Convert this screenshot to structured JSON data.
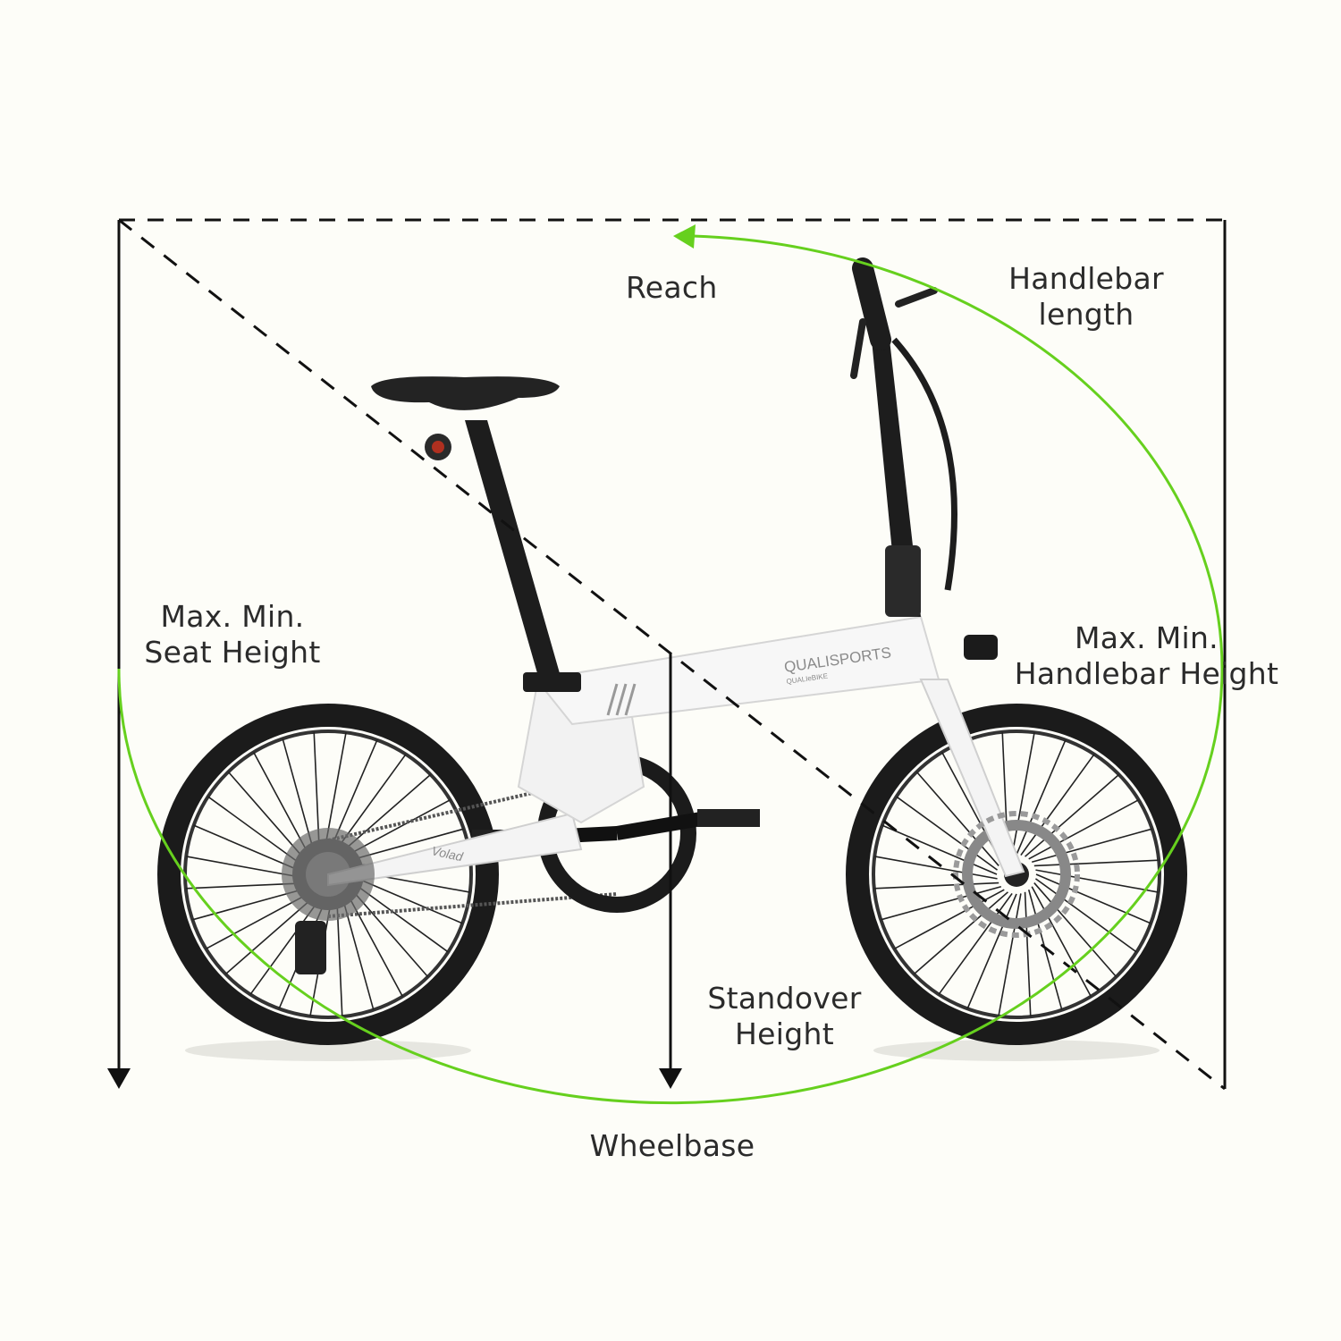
{
  "labels": {
    "reach": "Reach",
    "handlebar_length": [
      "Handlebar",
      "length"
    ],
    "seat_height": [
      "Max. Min.",
      "Seat Height"
    ],
    "handlebar_height": [
      "Max. Min.",
      "Handlebar Height"
    ],
    "standover_height": [
      "Standover",
      "Height"
    ],
    "wheelbase": "Wheelbase"
  },
  "bike_branding": {
    "main": "QUALISPORTS",
    "sub": "QUALIeBIKE",
    "chainstay": "Volad"
  },
  "colors": {
    "background": "#fdfdf8",
    "accent_green": "#66d01e",
    "line_black": "#111111",
    "text": "#2b2b2b"
  }
}
